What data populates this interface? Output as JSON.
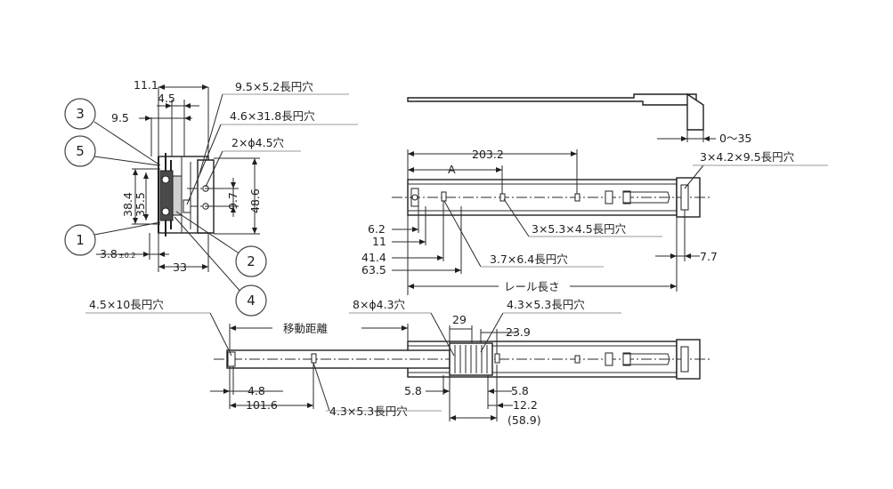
{
  "dims": {
    "d11_1": "11.1",
    "d4_5": "4.5",
    "d9_5": "9.5",
    "d38_4": "38.4",
    "d35_5": "35.5",
    "d9_7": "9.7",
    "d48_6": "48.6",
    "d3_8": "3.8",
    "d3_8_tol": "±0.2",
    "d33": "33",
    "d0_35": "0〜35",
    "d203_2": "203.2",
    "dA": "A",
    "d6_2": "6.2",
    "d11": "11",
    "d41_4": "41.4",
    "d63_5": "63.5",
    "d7_7": "7.7",
    "rail_length": "レール長さ",
    "d29": "29",
    "d23_9": "23.9",
    "travel": "移動距離",
    "d4_8": "4.8",
    "d101_6": "101.6",
    "d5_8a": "5.8",
    "d5_8b": "5.8",
    "d12_2": "12.2",
    "d58_9": "(58.9)"
  },
  "callouts": {
    "slot_9_5x5_2": "9.5×5.2長円穴",
    "slot_4_6x31_8": "4.6×31.8長円穴",
    "holes_2xphi4_5": "2×ϕ4.5穴",
    "slots_3x4_2x9_5": "3×4.2×9.5長円穴",
    "slots_3x5_3x4_5": "3×5.3×4.5長円穴",
    "slot_3_7x6_4": "3.7×6.4長円穴",
    "slot_4_5x10": "4.5×10長円穴",
    "holes_8xphi4_3": "8×ϕ4.3穴",
    "slot_4_3x5_3_top": "4.3×5.3長円穴",
    "slot_4_3x5_3_bottom": "4.3×5.3長円穴"
  },
  "balloons": [
    "1",
    "2",
    "3",
    "4",
    "5"
  ]
}
